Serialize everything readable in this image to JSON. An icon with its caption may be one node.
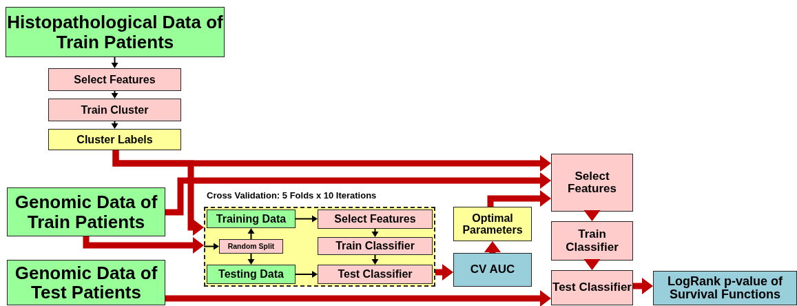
{
  "diagram": {
    "nodes": [
      {
        "text": [
          "Histopathological Data of Train Patients"
        ]
      },
      {
        "text": [
          "Select Features"
        ]
      },
      {
        "text": [
          "Train Cluster"
        ]
      },
      {
        "text": [
          "Cluster Labels"
        ]
      },
      {
        "text": [
          "Genomic Data of Train Patients"
        ]
      },
      {
        "text": [
          "Genomic Data of Test Patients"
        ]
      },
      {
        "text": [
          "Cross Validation: 5 Folds x 10 Iterations"
        ]
      },
      {
        "text": [
          "Training Data"
        ],
        "in": 6
      },
      {
        "text": [
          "Random Split"
        ],
        "in": 6
      },
      {
        "text": [
          "Testing Data"
        ],
        "in": 6
      },
      {
        "text": [
          "Select Features"
        ],
        "in": 6
      },
      {
        "text": [
          "Train Classifier"
        ],
        "in": 6
      },
      {
        "text": [
          "Test Classifier"
        ],
        "in": 6
      },
      {
        "text": [
          "Optimal Parameters"
        ]
      },
      {
        "text": [
          "CV AUC"
        ]
      },
      {
        "text": [
          "Select Features"
        ]
      },
      {
        "text": [
          "Train Classifier"
        ]
      },
      {
        "text": [
          "Test Classifier"
        ]
      },
      {
        "text": [
          "LogRank p-value of Survival Functions"
        ]
      }
    ],
    "edges": [
      {
        "from": 0,
        "to": 1,
        "arrow": "to"
      },
      {
        "from": 1,
        "to": 2,
        "arrow": "to"
      },
      {
        "from": 2,
        "to": 3,
        "arrow": "to"
      },
      {
        "from": 3,
        "to": 15,
        "arrow": "to",
        "style": "thick",
        "color": "#c00000"
      },
      {
        "from": 3,
        "to": 6,
        "arrow": "to",
        "style": "thick",
        "color": "#c00000"
      },
      {
        "from": 4,
        "to": 15,
        "arrow": "to",
        "style": "thick",
        "color": "#c00000"
      },
      {
        "from": 4,
        "to": 6,
        "arrow": "to",
        "style": "thick",
        "color": "#c00000"
      },
      {
        "from": 6,
        "to": 8,
        "arrow": "to"
      },
      {
        "from": 8,
        "to": 7,
        "arrow": "to"
      },
      {
        "from": 8,
        "to": 9,
        "arrow": "to"
      },
      {
        "from": 7,
        "to": 10,
        "arrow": "to"
      },
      {
        "from": 10,
        "to": 11,
        "arrow": "to"
      },
      {
        "from": 11,
        "to": 12,
        "arrow": "to"
      },
      {
        "from": 9,
        "to": 12,
        "arrow": "to"
      },
      {
        "from": 6,
        "to": 14,
        "arrow": "to",
        "style": "thick",
        "color": "#c00000"
      },
      {
        "from": 14,
        "to": 13,
        "arrow": "to",
        "style": "thick",
        "color": "#c00000"
      },
      {
        "from": 13,
        "to": 15,
        "arrow": "to",
        "style": "thick",
        "color": "#c00000"
      },
      {
        "from": 5,
        "to": 17,
        "arrow": "to",
        "style": "thick",
        "color": "#c00000"
      },
      {
        "from": 15,
        "to": 16,
        "arrow": "to",
        "style": "thick",
        "color": "#c00000"
      },
      {
        "from": 16,
        "to": 17,
        "arrow": "to",
        "style": "thick",
        "color": "#c00000"
      },
      {
        "from": 17,
        "to": 18,
        "arrow": "to",
        "style": "thick",
        "color": "#c00000"
      }
    ]
  }
}
